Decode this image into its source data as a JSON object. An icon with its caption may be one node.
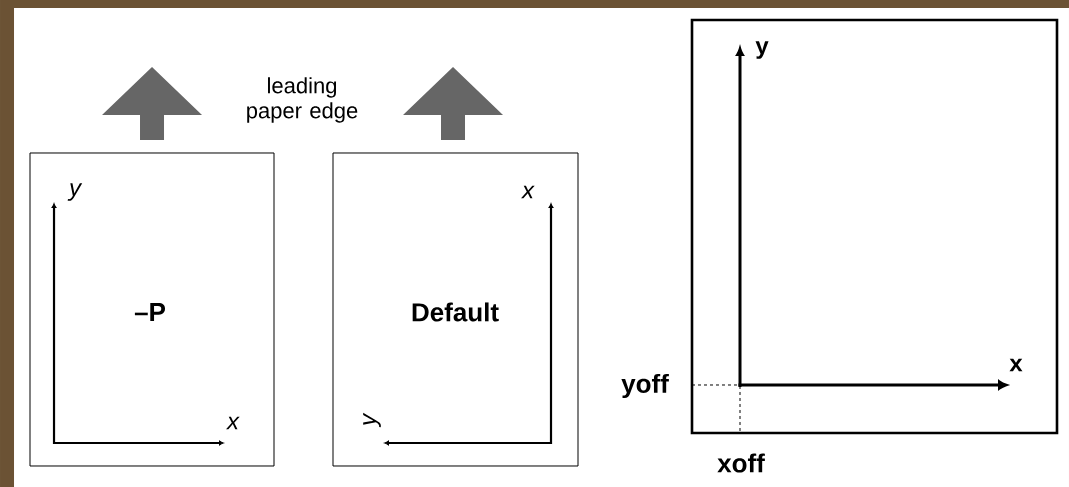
{
  "diagram": {
    "nodes": [
      {
        "text": [
          "–P"
        ]
      },
      {
        "text": [
          "Default"
        ]
      },
      {
        "text": [],
        "shape": "box"
      }
    ],
    "labels": [
      "leading paper edge",
      "y",
      "y",
      "x",
      "x",
      "y",
      "x",
      "yoff",
      "xoff"
    ]
  }
}
